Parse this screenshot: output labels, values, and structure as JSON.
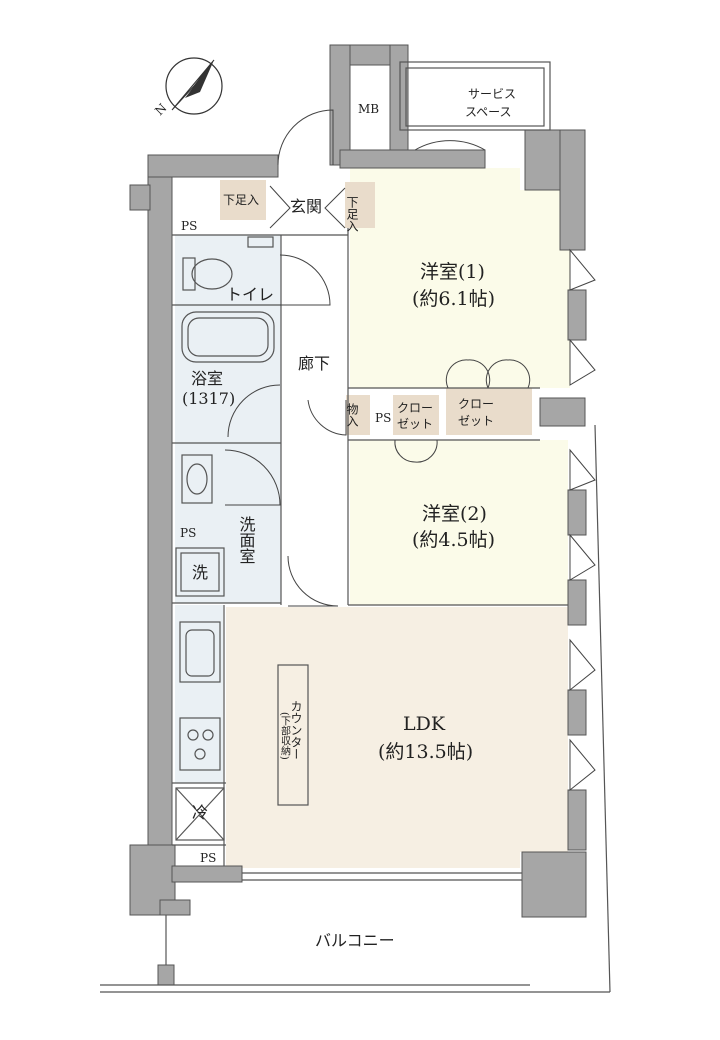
{
  "labels": {
    "service_space_1": "サービス",
    "service_space_2": "スペース",
    "mb": "MB",
    "shoe_left": "下足入",
    "shoe_right": "下足入",
    "genkan": "玄関",
    "ps_top": "PS",
    "toilet": "トイレ",
    "bath_1": "浴室",
    "bath_2": "(1317)",
    "hallway": "廊下",
    "room1_1": "洋室(1)",
    "room1_2": "(約6.1帖)",
    "storage": "物入",
    "ps_mid": "PS",
    "closet_a_1": "クロー",
    "closet_a_2": "ゼット",
    "closet_b_1": "クロー",
    "closet_b_2": "ゼット",
    "room2_1": "洋室(2)",
    "room2_2": "(約4.5帖)",
    "ps_wash": "PS",
    "washroom": "洗面室",
    "washer": "洗",
    "counter": "カウンター",
    "counter_sub": "(下部収納)",
    "refrigerator": "冷",
    "ps_bottom": "PS",
    "ldk_1": "LDK",
    "ldk_2": "(約13.5帖)",
    "balcony": "バルコニー"
  },
  "colors": {
    "room_western": "#fbfbe9",
    "ldk": "#f6efe3",
    "wet_area": "#eaf0f4",
    "storage": "#e9dccb",
    "wall": "#a6a6a6"
  }
}
